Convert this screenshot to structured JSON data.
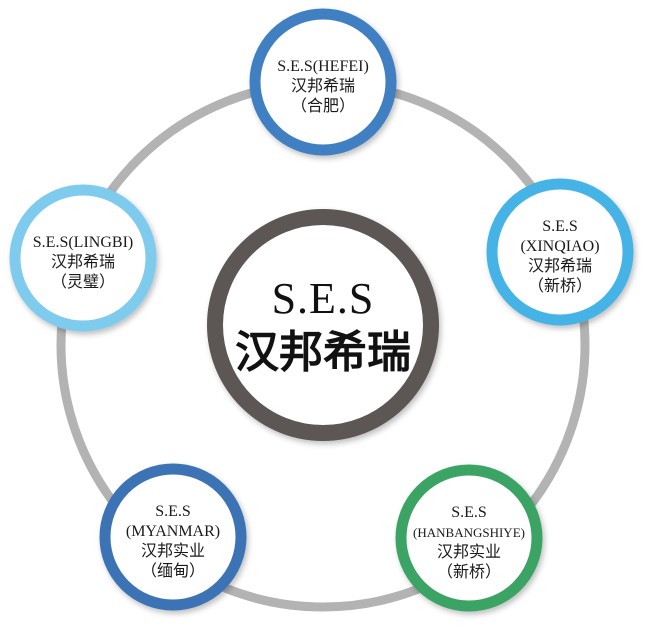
{
  "center": {
    "line1": "S.E.S",
    "line2": "汉邦希瑞",
    "ring_color": "#5c5655"
  },
  "orbit_color": "#b3b3b3",
  "nodes": [
    {
      "id": "hefei",
      "lines": [
        "S.E.S(HEFEI)",
        "汉邦希瑞",
        "（合肥）"
      ],
      "ring_color": "#3f7fc1"
    },
    {
      "id": "xinqiao",
      "lines": [
        "S.E.S",
        "(XINQIAO)",
        "汉邦希瑞",
        "（新桥）"
      ],
      "ring_color": "#44b3e6"
    },
    {
      "id": "hanbangshiye",
      "lines": [
        "S.E.S",
        "(HANBANGSHIYE)",
        "汉邦实业",
        "（新桥）"
      ],
      "ring_color": "#3aa363"
    },
    {
      "id": "myanmar",
      "lines": [
        "S.E.S",
        "(MYANMAR)",
        "汉邦实业",
        "（缅甸）"
      ],
      "ring_color": "#3b73b5"
    },
    {
      "id": "lingbi",
      "lines": [
        "S.E.S(LINGBI)",
        "汉邦希瑞",
        "（灵璧）"
      ],
      "ring_color": "#7ecbee"
    }
  ]
}
